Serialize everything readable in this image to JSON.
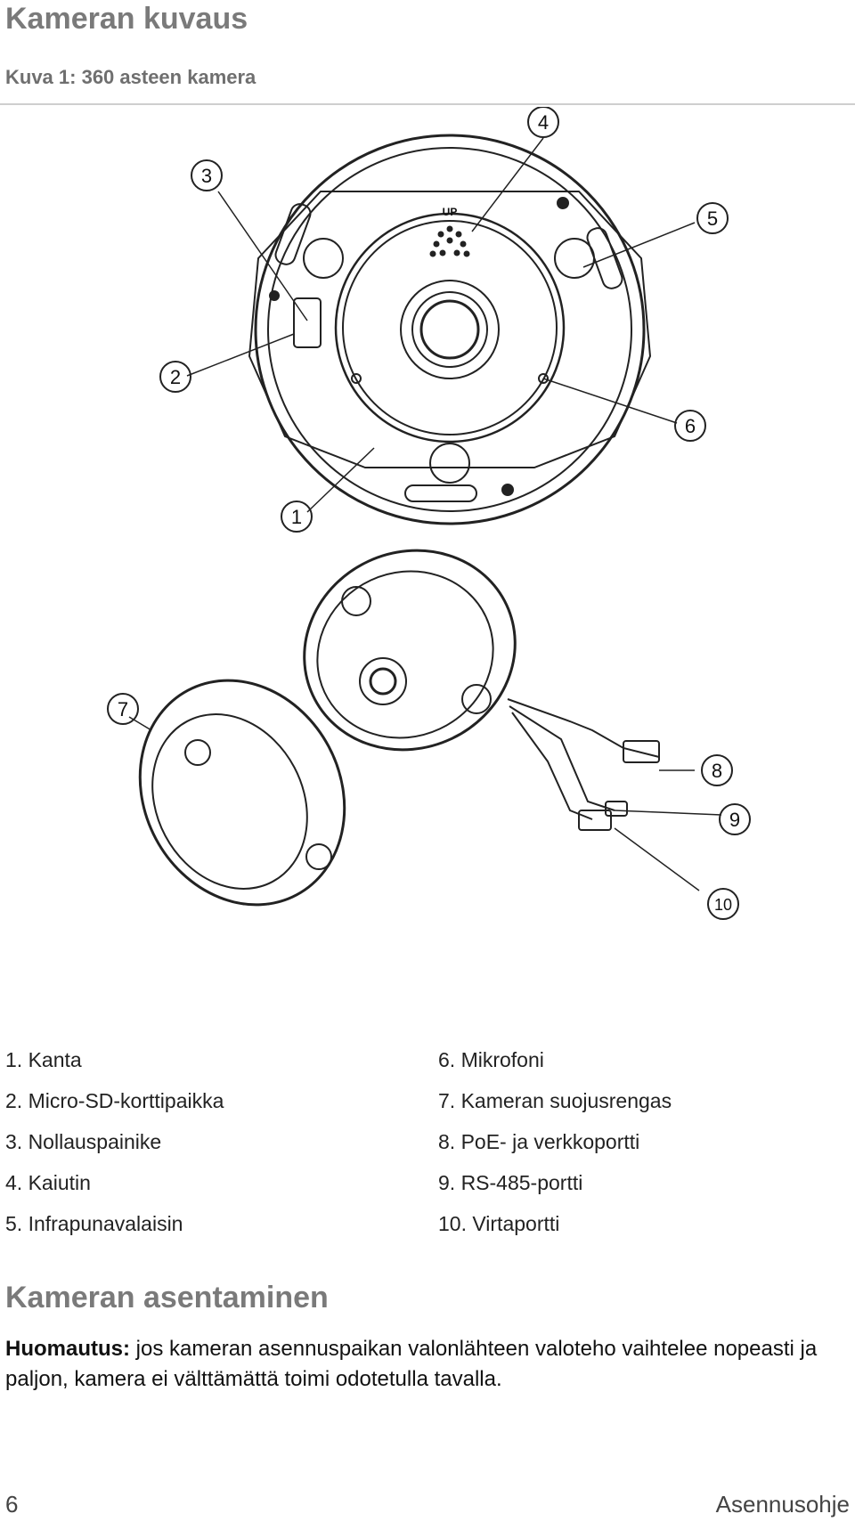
{
  "page": {
    "title": "Kameran kuvaus",
    "figure_caption": "Kuva 1: 360 asteen kamera",
    "figure": {
      "callouts": [
        "1",
        "2",
        "3",
        "4",
        "5",
        "6",
        "7",
        "8",
        "9",
        "10"
      ],
      "top_label": "UP"
    },
    "legend": {
      "left": [
        "1. Kanta",
        "2. Micro-SD-korttipaikka",
        "3. Nollauspainike",
        "4. Kaiutin",
        "5. Infrapunavalaisin"
      ],
      "right": [
        "6. Mikrofoni",
        "7. Kameran suojusrengas",
        "8. PoE- ja verkkoportti",
        "9. RS-485-portti",
        "10. Virtaportti"
      ]
    },
    "section_title": "Kameran asentaminen",
    "note": {
      "label": "Huomautus:",
      "text": " jos kameran asennuspaikan valonlähteen valoteho vaihtelee nopeasti ja paljon, kamera ei välttämättä toimi odotetulla tavalla."
    },
    "footer": {
      "page_number": "6",
      "doc_name": "Asennusohje"
    }
  }
}
